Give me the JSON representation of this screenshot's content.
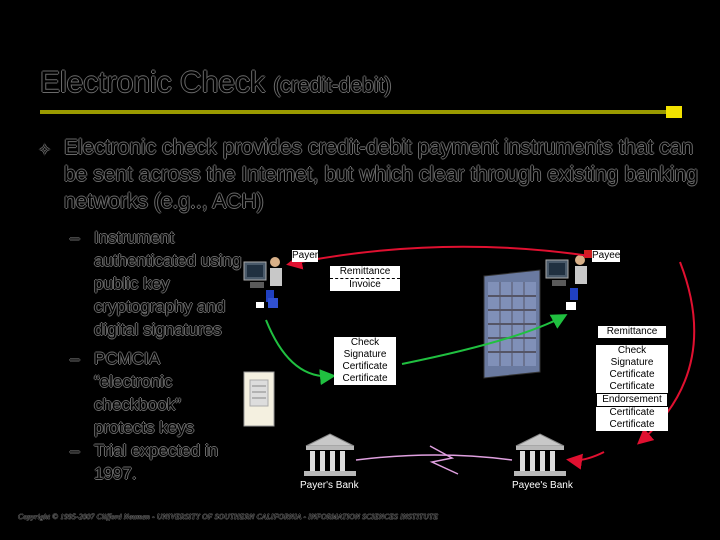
{
  "slide": {
    "title": "Electronic Check",
    "title_sub": "(credit-debit)",
    "main_bullet": "Electronic check provides credit-debit payment instruments that can be sent across the Internet, but which clear through existing banking networks (e.g.., ACH)",
    "sub_bullets": [
      "Instrument authenticated using public key cryptography and digital signatures",
      "PCMCIA “electronic checkbook” protects keys",
      "Trial expected in 1997."
    ],
    "copyright": "Copyright © 1995-2007 Clifford Neuman - UNIVERSITY OF SOUTHERN CALIFORNIA - INFORMATION SCIENCES INSTITUTE"
  },
  "diagram": {
    "payer_label": "Payer",
    "payee_label": "Payee",
    "remittance_invoice": [
      "Remittance",
      "Invoice"
    ],
    "payer_check": [
      "Check",
      "Signature",
      "Certificate",
      "Certificate"
    ],
    "payee_remittance": "Remittance",
    "payee_check": [
      "Check",
      "Signature",
      "Certificate",
      "Certificate",
      "Endorsement",
      "Certificate",
      "Certificate"
    ],
    "payers_bank": "Payer's Bank",
    "payees_bank": "Payee's Bank"
  },
  "colors": {
    "background": "#000000",
    "arrow_red": "#e01030",
    "arrow_green": "#20c040",
    "link_pink": "#e0a0e0",
    "accent_yellow": "#f2e200"
  }
}
